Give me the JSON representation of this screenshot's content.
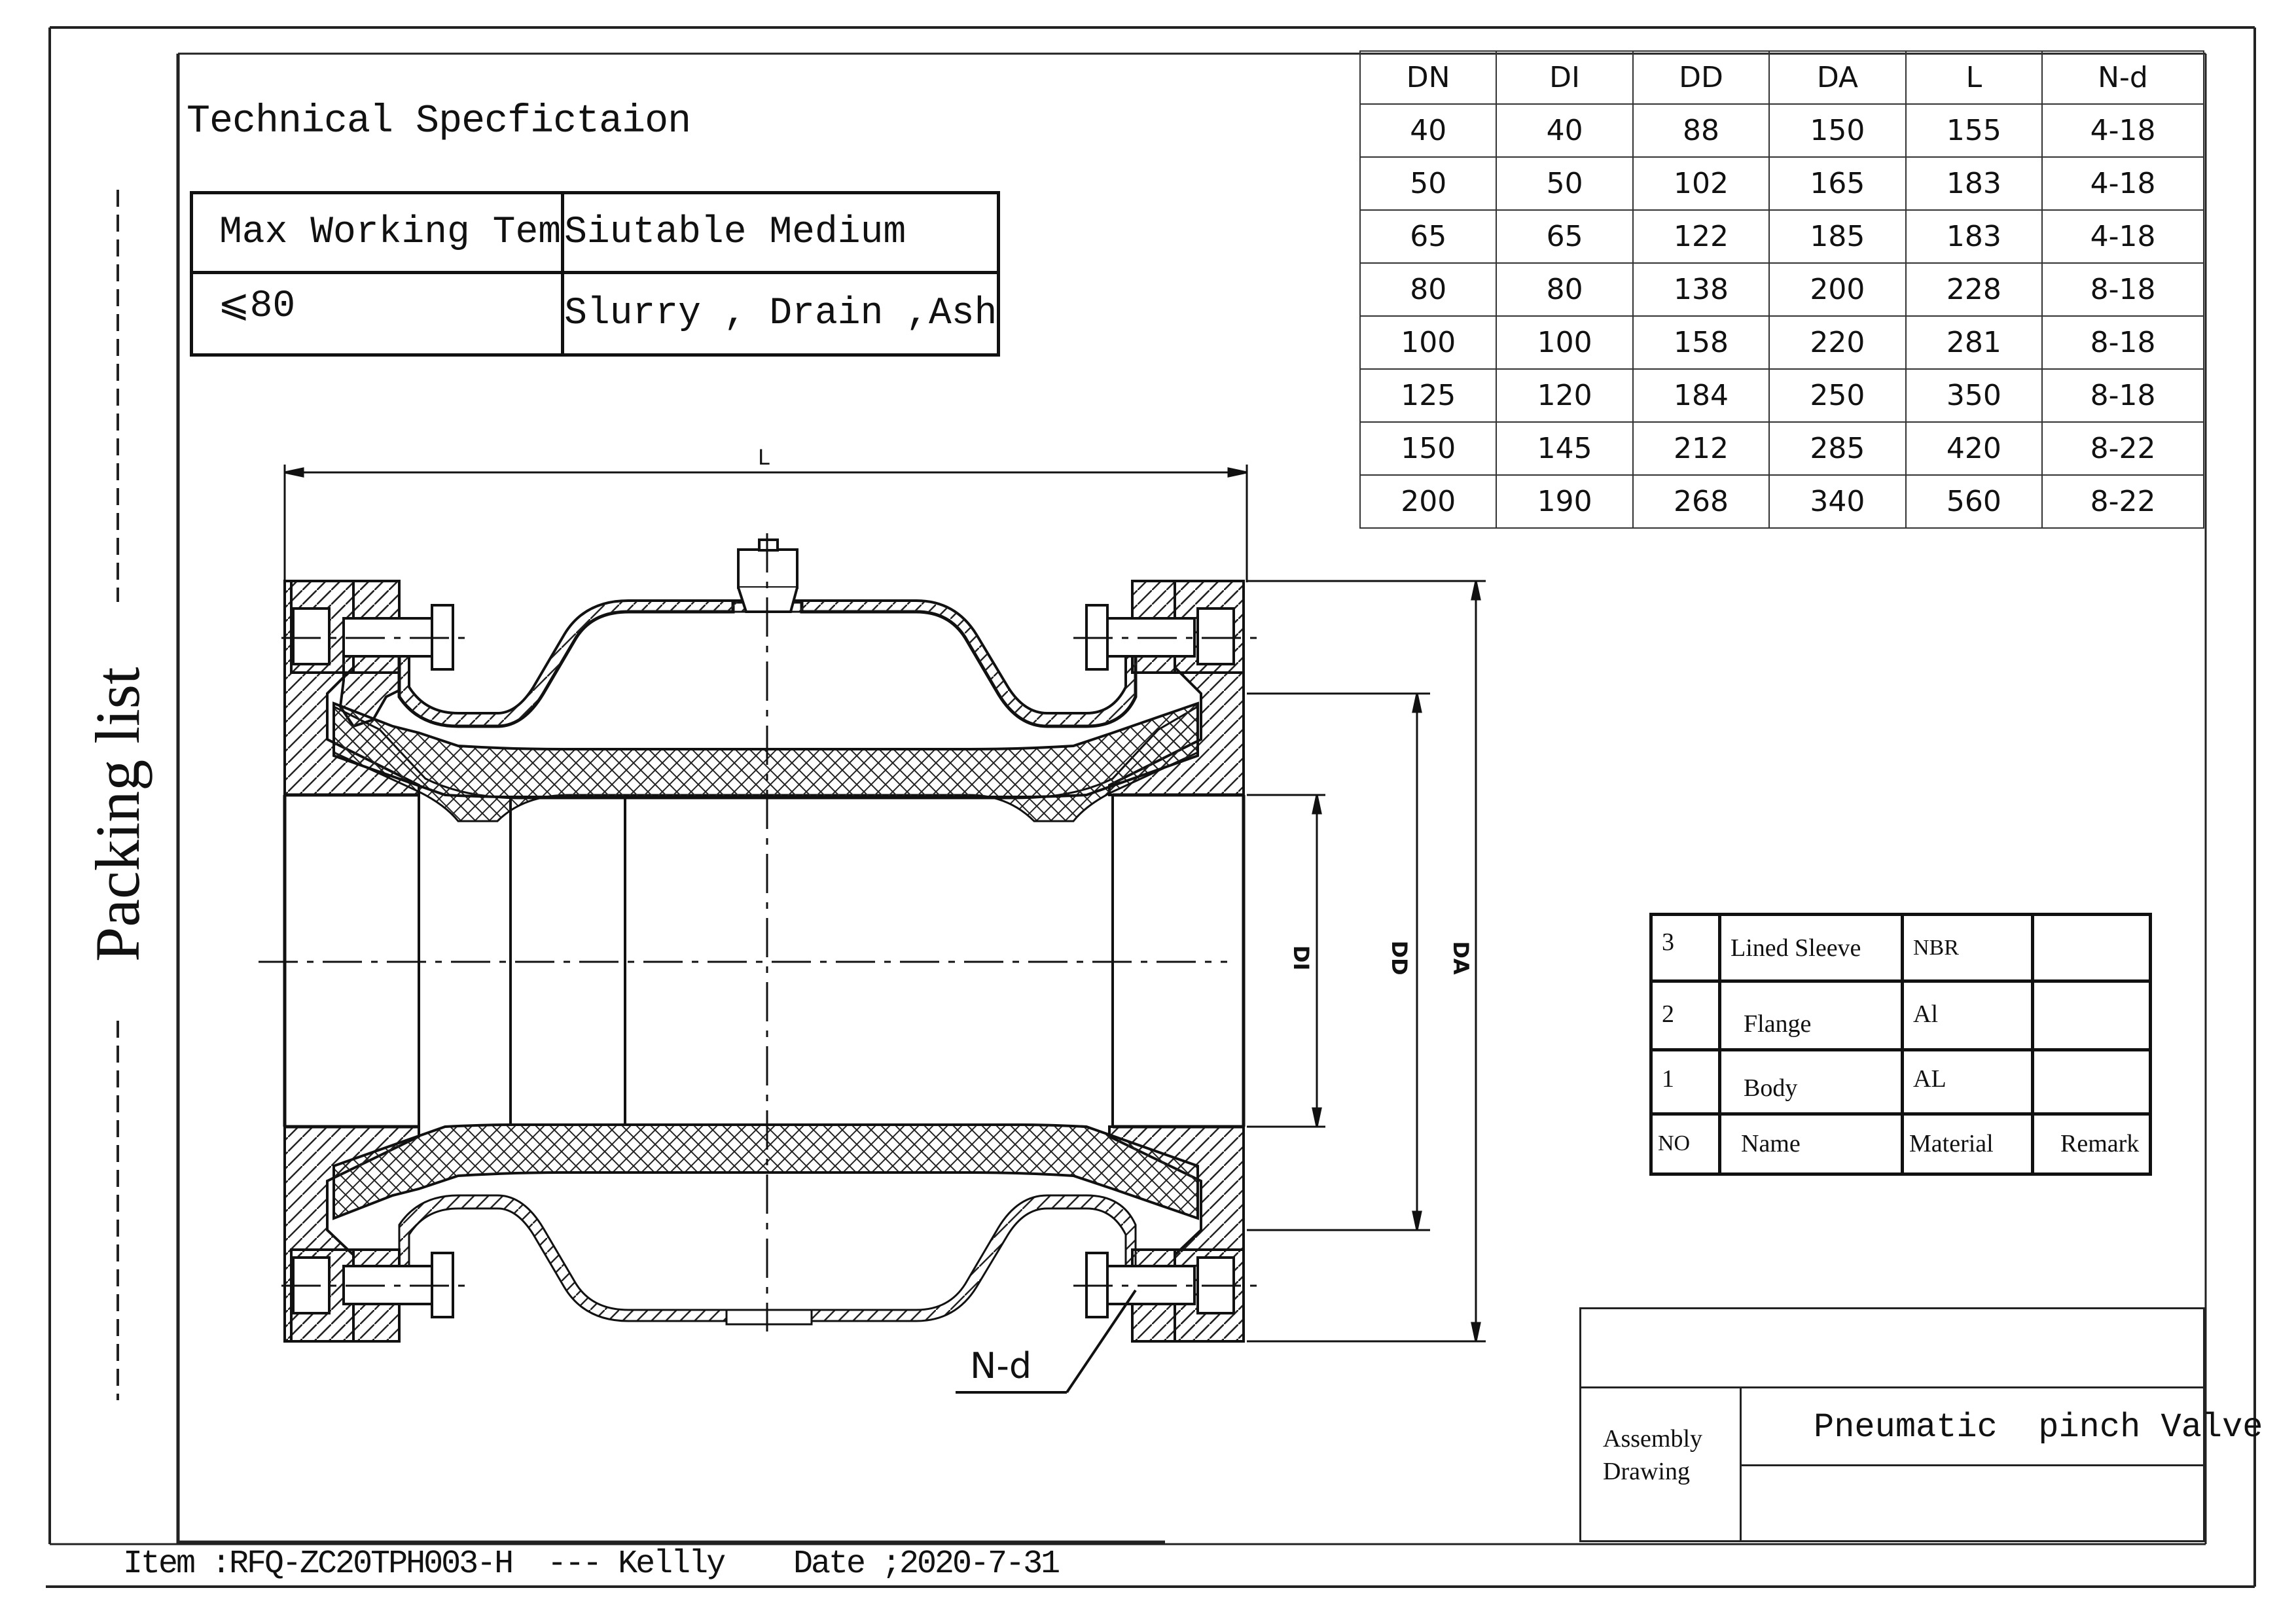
{
  "spec": {
    "title": "Technical Specfictaion",
    "headers": [
      "Max Working Tem",
      "Siutable Medium"
    ],
    "row": [
      "⩽80",
      "Slurry , Drain ,Ash"
    ]
  },
  "dim_table": {
    "headers": [
      "DN",
      "DI",
      "DD",
      "DA",
      "L",
      "N-d"
    ],
    "rows": [
      [
        "40",
        "40",
        "88",
        "150",
        "155",
        "4-18"
      ],
      [
        "50",
        "50",
        "102",
        "165",
        "183",
        "4-18"
      ],
      [
        "65",
        "65",
        "122",
        "185",
        "183",
        "4-18"
      ],
      [
        "80",
        "80",
        "138",
        "200",
        "228",
        "8-18"
      ],
      [
        "100",
        "100",
        "158",
        "220",
        "281",
        "8-18"
      ],
      [
        "125",
        "120",
        "184",
        "250",
        "350",
        "8-18"
      ],
      [
        "150",
        "145",
        "212",
        "285",
        "420",
        "8-22"
      ],
      [
        "200",
        "190",
        "268",
        "340",
        "560",
        "8-22"
      ]
    ]
  },
  "parts_table": {
    "rows": [
      [
        "3",
        "Lined Sleeve",
        "NBR",
        ""
      ],
      [
        "2",
        "Flange",
        "Al",
        ""
      ],
      [
        "1",
        "Body",
        "AL",
        ""
      ],
      [
        "NO",
        "Name",
        "Material",
        "Remark"
      ]
    ]
  },
  "drawing": {
    "label_L": "L",
    "label_DI": "DI",
    "label_DD": "DD",
    "label_DA": "DA",
    "label_Nd": "N-d"
  },
  "side_label": "Packing list",
  "title_block": {
    "drawing_type_line1": "Assembly",
    "drawing_type_line2": "Drawing",
    "product_name": "Pneumatic  pinch Valve"
  },
  "footer": {
    "item": "Item :RFQ-ZC20TPH003-H  --- Kellly",
    "date": "Date ;2020-7-31"
  }
}
